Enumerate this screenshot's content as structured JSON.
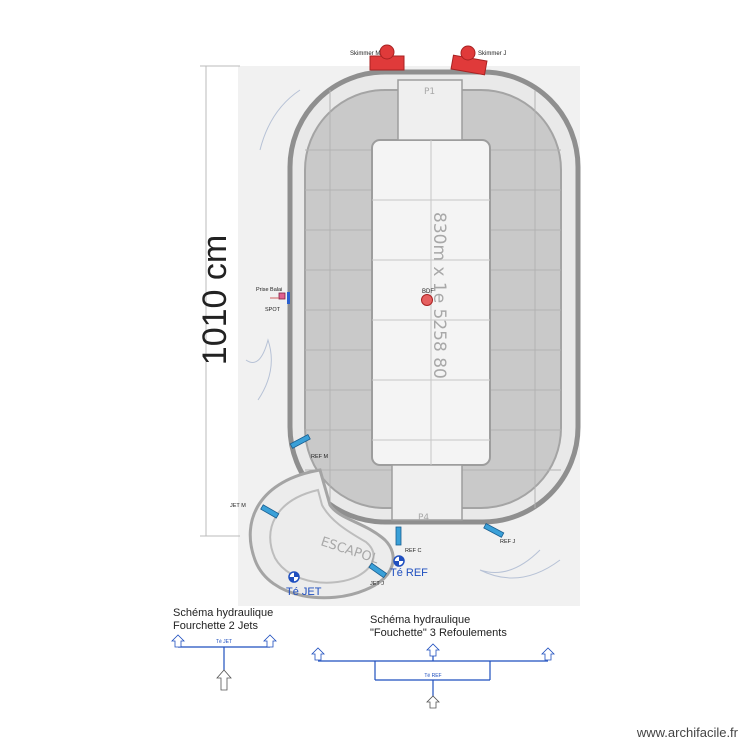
{
  "dimension": {
    "label": "1010 cm"
  },
  "skimmers": {
    "m": "Skimmer M",
    "j": "Skimmer J"
  },
  "fittings": {
    "prise_balai": "Prise Balai",
    "spot": "SPOT",
    "bdf": "BDF",
    "ref_m": "REF M",
    "ref_j": "REF J",
    "ref_c": "REF C",
    "jet_m": "JET M",
    "jet_j": "JET J",
    "te_ref": "Té REF",
    "te_jet": "Té JET"
  },
  "sketch_text": {
    "escapol": "ESCAPOL",
    "dims": "830m x 1e 5258 80",
    "p1_top": "P1",
    "p4_bottom": "P4"
  },
  "schema_jets": {
    "title_line1": "Schéma hydraulique",
    "title_line2": "Fourchette 2 Jets",
    "te_label": "Té JET"
  },
  "schema_ref": {
    "title_line1": "Schéma hydraulique",
    "title_line2": "\"Fouchette\" 3 Refoulements",
    "te_label": "Té REF"
  },
  "colors": {
    "pipe_blue": "#1f4fbf",
    "skimmer_red": "#e03a3a",
    "fitting_cyan": "#3aa0d8",
    "sketch_gray": "#9a9a9a"
  },
  "watermark": "www.archifacile.fr"
}
